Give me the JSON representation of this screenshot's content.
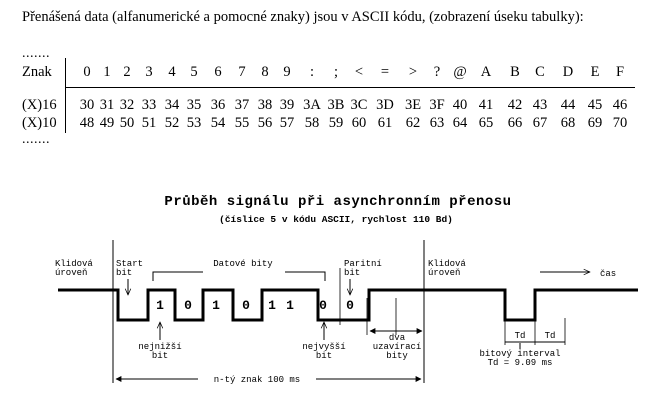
{
  "intro_text": "Přenášená data (alfanumerické a pomocné znaky) jsou v ASCII kódu, (zobrazení úseku tabulky):",
  "ellipsis_top": ".......",
  "ellipsis_bottom": ".......",
  "table": {
    "row_labels": [
      "Znak",
      "(X)16",
      "(X)10"
    ],
    "chars": [
      "0",
      "1",
      "2",
      "3",
      "4",
      "5",
      "6",
      "7",
      "8",
      "9",
      ":",
      ";",
      "<",
      "=",
      ">",
      "?",
      "@",
      "A",
      "B",
      "C",
      "D",
      "E",
      "F"
    ],
    "hex": [
      "30",
      "31",
      "32",
      "33",
      "34",
      "35",
      "36",
      "37",
      "38",
      "39",
      "3A",
      "3B",
      "3C",
      "3D",
      "3E",
      "3F",
      "40",
      "41",
      "42",
      "43",
      "44",
      "45",
      "46"
    ],
    "dec": [
      "48",
      "49",
      "50",
      "51",
      "52",
      "53",
      "54",
      "55",
      "56",
      "57",
      "58",
      "59",
      "60",
      "61",
      "62",
      "63",
      "64",
      "65",
      "66",
      "67",
      "68",
      "69",
      "70"
    ]
  },
  "diagram": {
    "title": "Průběh signálu při asynchronním přenosu",
    "subtitle": "(číslice 5 v kódu ASCII, rychlost 110 Bd)",
    "labels": {
      "idle_left_1": "Klidová",
      "idle_left_2": "úroveň",
      "start_1": "Start",
      "start_2": "bit",
      "data_bits": "Datové bity",
      "parity_1": "Paritní",
      "parity_2": "bit",
      "idle_right_1": "Klidová",
      "idle_right_2": "úroveň",
      "time": "čas",
      "lowest_1": "nejnižší",
      "lowest_2": "bit",
      "highest_1": "nejvyšší",
      "highest_2": "bit",
      "stop_1": "dva",
      "stop_2": "uzavírací",
      "stop_3": "bity",
      "td_1": "Td",
      "td_2": "Td",
      "bit_interval_1": "bitový interval",
      "bit_interval_2": "Td = 9.09 ms",
      "char_period": "n-tý znak 100 ms"
    },
    "bit_values": [
      "1",
      "0",
      "1",
      "0",
      "1",
      "1",
      "0",
      "0"
    ]
  }
}
